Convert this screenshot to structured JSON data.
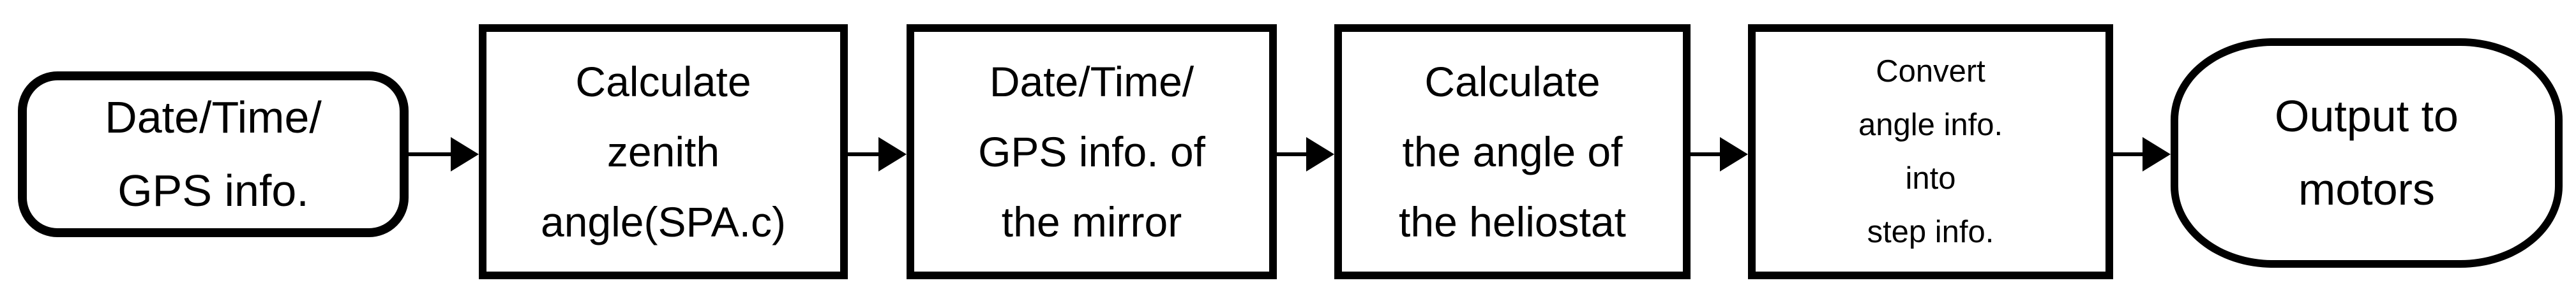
{
  "diagram": {
    "type": "flowchart",
    "direction": "left-to-right",
    "background_color": "#ffffff",
    "stroke_color": "#000000",
    "text_color": "#000000",
    "nodes": [
      {
        "id": "start-datetime-gps",
        "shape": "rounded-rectangle",
        "label": "Date/Time/\nGPS info."
      },
      {
        "id": "calc-zenith",
        "shape": "rectangle",
        "label": "Calculate\nzenith\nangle(SPA.c)"
      },
      {
        "id": "datetime-gps-mirror",
        "shape": "rectangle",
        "label": "Date/Time/\nGPS info. of\nthe mirror"
      },
      {
        "id": "calc-heliostat-angle",
        "shape": "rectangle",
        "label": "Calculate\nthe angle of\nthe heliostat"
      },
      {
        "id": "convert-step-info",
        "shape": "rectangle",
        "label": "Convert\nangle info.\ninto\nstep info."
      },
      {
        "id": "output-motors",
        "shape": "terminator",
        "label": "Output to\nmotors"
      }
    ],
    "connections": [
      {
        "from": "start-datetime-gps",
        "to": "calc-zenith",
        "style": "solid-arrow-right"
      },
      {
        "from": "calc-zenith",
        "to": "datetime-gps-mirror",
        "style": "solid-arrow-right"
      },
      {
        "from": "datetime-gps-mirror",
        "to": "calc-heliostat-angle",
        "style": "solid-arrow-right"
      },
      {
        "from": "calc-heliostat-angle",
        "to": "convert-step-info",
        "style": "solid-arrow-right"
      },
      {
        "from": "convert-step-info",
        "to": "output-motors",
        "style": "solid-arrow-right"
      }
    ]
  }
}
